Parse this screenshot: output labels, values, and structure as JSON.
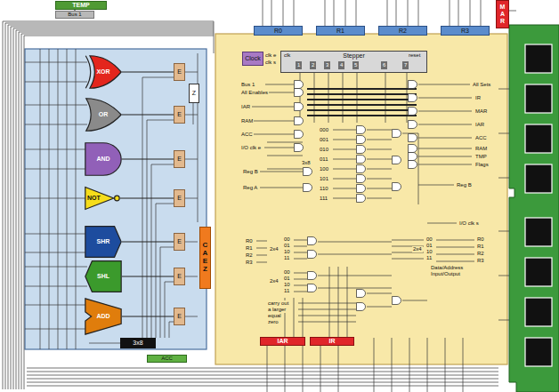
{
  "diagram": {
    "nodes": [
      {
        "text": [
          "TEMP"
        ]
      },
      {
        "text": [
          "Bus 1"
        ]
      },
      {
        "text": [
          "XOR"
        ]
      },
      {
        "text": [
          "OR"
        ]
      },
      {
        "text": [
          "AND"
        ]
      },
      {
        "text": [
          "NOT"
        ]
      },
      {
        "text": [
          "SHR"
        ]
      },
      {
        "text": [
          "SHL"
        ]
      },
      {
        "text": [
          "ADD"
        ]
      },
      {
        "text": [
          "E"
        ]
      },
      {
        "text": [
          "E"
        ]
      },
      {
        "text": [
          "E"
        ]
      },
      {
        "text": [
          "E"
        ]
      },
      {
        "text": [
          "E"
        ]
      },
      {
        "text": [
          "E"
        ]
      },
      {
        "text": [
          "E"
        ]
      },
      {
        "text": [
          "Z"
        ]
      },
      {
        "text": [
          "CAEZ"
        ]
      },
      {
        "text": [
          "3x8"
        ]
      },
      {
        "text": [
          "ACC"
        ]
      },
      {
        "text": [
          "R0"
        ]
      },
      {
        "text": [
          "R1"
        ]
      },
      {
        "text": [
          "R2"
        ]
      },
      {
        "text": [
          "R3"
        ]
      },
      {
        "text": [
          "MAR"
        ]
      },
      {
        "text": [
          "Clock"
        ]
      },
      {
        "text": [
          "Stepper"
        ]
      },
      {
        "text": [
          "IAR"
        ]
      },
      {
        "text": [
          "IR"
        ]
      }
    ],
    "edges": [
      {
        "from": 0,
        "to": 1,
        "arrow": "none"
      },
      {
        "from": 2,
        "to": 9,
        "arrow": "none"
      },
      {
        "from": 3,
        "to": 10,
        "arrow": "none"
      },
      {
        "from": 4,
        "to": 11,
        "arrow": "none"
      },
      {
        "from": 5,
        "to": 12,
        "arrow": "none"
      },
      {
        "from": 6,
        "to": 13,
        "arrow": "none"
      },
      {
        "from": 7,
        "to": 14,
        "arrow": "none"
      },
      {
        "from": 8,
        "to": 15,
        "arrow": "none"
      }
    ],
    "labels": [
      "clk e",
      "clk s",
      "clk",
      "reset",
      "1",
      "2",
      "3",
      "4",
      "5",
      "6",
      "7",
      "Bus 1",
      "All Enables",
      "IAR",
      "RAM",
      "ACC",
      "I/O clk e",
      "Reg B",
      "Reg A",
      "All Sets",
      "IR",
      "MAR",
      "IAR",
      "ACC",
      "RAM",
      "TMP",
      "Flags",
      "Reg B",
      "I/O clk s",
      "000",
      "001",
      "010",
      "011",
      "100",
      "101",
      "110",
      "111",
      "3x8",
      "R0",
      "R1",
      "R2",
      "R3",
      "00",
      "01",
      "10",
      "11",
      "2x4",
      "00",
      "01",
      "10",
      "11",
      "2x4",
      "00",
      "01",
      "10",
      "11",
      "2x4",
      "R0",
      "R1",
      "R2",
      "R3",
      "Data/Address Input/Output",
      "carry out",
      "a larger",
      "equal",
      "zero"
    ]
  }
}
